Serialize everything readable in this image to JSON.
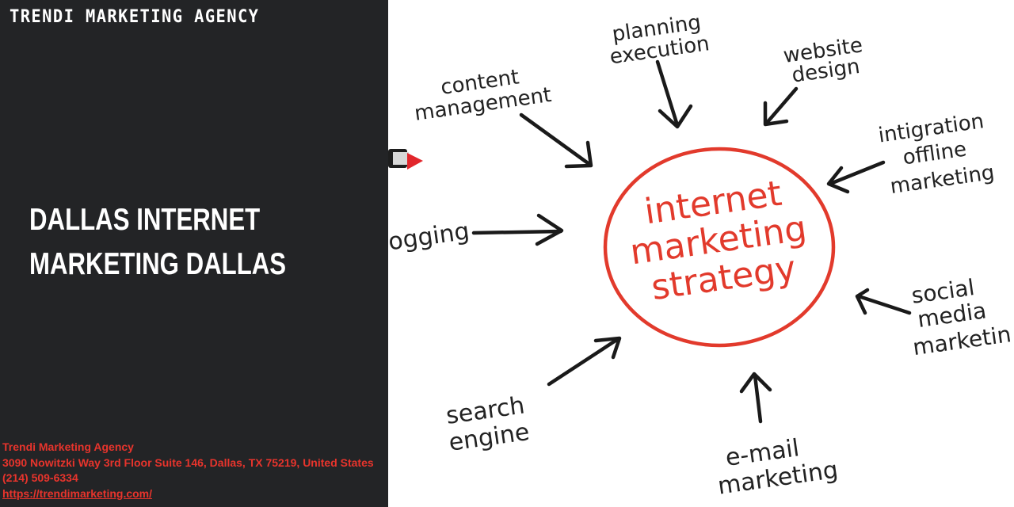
{
  "brand": {
    "name": "TRENDI MARKETING AGENCY"
  },
  "headline": {
    "line1": "DALLAS INTERNET",
    "line2": "MARKETING DALLAS"
  },
  "contact": {
    "company": "Trendi Marketing Agency",
    "address": "3090 Nowitzki Way 3rd Floor Suite 146, Dallas, TX 75219, United States",
    "phone": "(214) 509-6334",
    "website": "https://trendimarketing.com/"
  },
  "diagram": {
    "center": {
      "line1": "internet",
      "line2": "marketing",
      "line3": "strategy"
    },
    "planning": {
      "line1": "planning",
      "line2": "execution"
    },
    "website": {
      "line1": "website",
      "line2": "design"
    },
    "content": {
      "line1": "content",
      "line2": "management"
    },
    "integration": {
      "line1": "intigration",
      "line2": "offline",
      "line3": "marketing"
    },
    "blogging": {
      "label": "ogging"
    },
    "social": {
      "line1": "social",
      "line2": "media",
      "line3": "marketin"
    },
    "search": {
      "line1": "search",
      "line2": "engine"
    },
    "email": {
      "line1": "e-mail",
      "line2": "marketing"
    }
  },
  "colors": {
    "panel_bg": "#232426",
    "accent": "#e8342c",
    "diagram_red": "#e23a2c",
    "ink": "#222222"
  }
}
